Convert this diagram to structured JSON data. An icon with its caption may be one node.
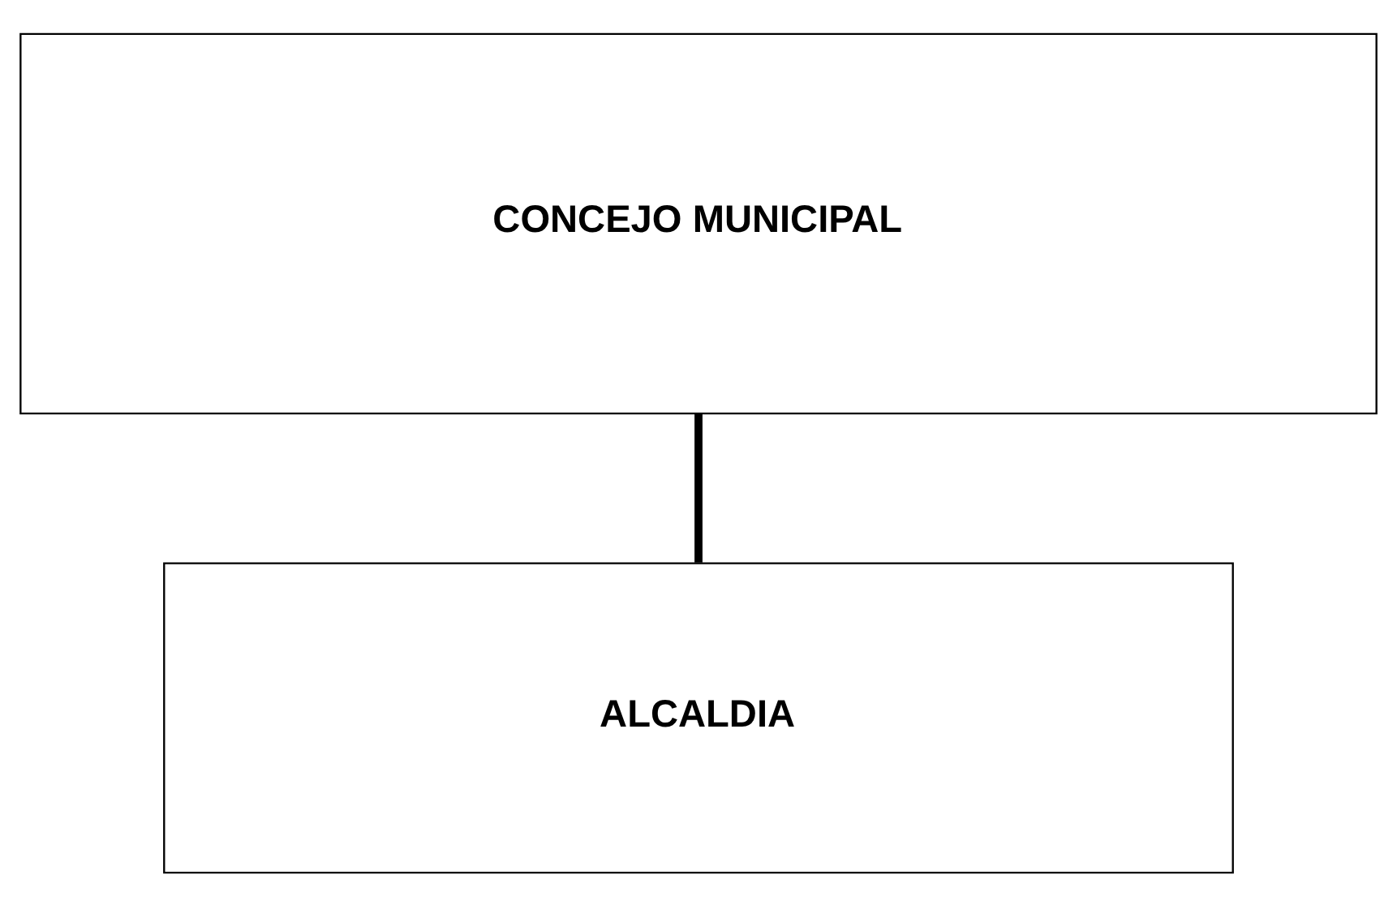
{
  "diagram": {
    "nodes": [
      {
        "text": [
          "CONCEJO MUNICIPAL"
        ]
      },
      {
        "text": [
          "ALCALDIA"
        ]
      }
    ],
    "edges": [
      {
        "from": 0,
        "to": 1,
        "arrow": "none"
      }
    ]
  }
}
